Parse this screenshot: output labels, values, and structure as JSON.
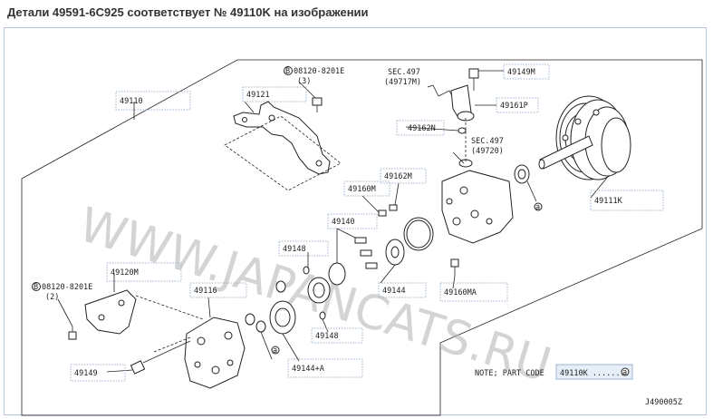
{
  "header": {
    "title": "Детали 49591-6C925 соответствует № 49110K на изображении"
  },
  "diagram": {
    "part_labels": {
      "p49110": "49110",
      "p49121": "49121",
      "p49120M": "49120M",
      "p49116": "49116",
      "p49149": "49149",
      "p49149M": "49149M",
      "p49161P": "49161P",
      "p49162N": "49162N",
      "p49162M": "49162M",
      "p49160M": "49160M",
      "p49140": "49140",
      "p49148a": "49148",
      "p49148b": "49148",
      "p49144a": "49144",
      "p49144b": "49144+A",
      "p49160MA": "49160MA",
      "p49111K": "49111K",
      "p49110K": "49110K ........"
    },
    "bolt_refs": {
      "top": {
        "code": "08120-8201E",
        "qty": "(3)"
      },
      "left": {
        "code": "08120-8201E",
        "qty": "(2)"
      }
    },
    "sec_refs": {
      "upper": {
        "line1": "SEC.497",
        "line2": "(49717M)"
      },
      "lower": {
        "line1": "SEC.497",
        "line2": "(49720)"
      }
    },
    "note": {
      "text": "NOTE; PART CODE"
    },
    "diagram_code": "J490005Z",
    "watermark": "WWW.JAPANCATS.RU",
    "circle_marker": "B"
  }
}
